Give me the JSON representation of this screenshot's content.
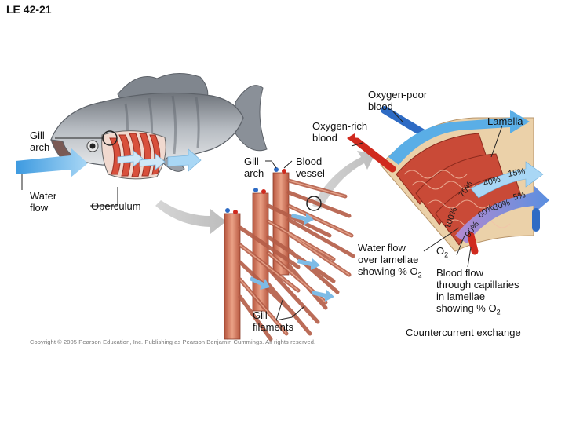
{
  "figure_id": "LE 42-21",
  "copyright": "Copyright © 2005 Pearson Education, Inc. Publishing as Pearson Benjamin Cummings. All rights reserved.",
  "labels": {
    "gill_arch_left": "Gill\narch",
    "water_flow": "Water\nflow",
    "operculum": "Operculum",
    "oxygen_poor": "Oxygen-poor\nblood",
    "oxygen_rich": "Oxygen-rich\nblood",
    "lamella": "Lamella",
    "gill_arch_center": "Gill\narch",
    "blood_vessel": "Blood\nvessel",
    "gill_filaments": "Gill\nfilaments",
    "water_over_lamellae": "Water flow\nover lamellae\nshowing % O",
    "o2": "O",
    "blood_flow": "Blood flow\nthrough capillaries\nin lamellae\nshowing % O",
    "countercurrent": "Countercurrent exchange"
  },
  "water_percentages": [
    "100%",
    "70%",
    "40%",
    "15%"
  ],
  "blood_percentages": [
    "90%",
    "60%",
    "30%",
    "5%"
  ],
  "colors": {
    "water_arrow": "#5aaee6",
    "blood_band": "#8a6fc0",
    "oxygen_rich": "#d02a1e",
    "oxygen_poor": "#2e6bc4",
    "tissue": "#d9876a",
    "fish_body": "#9aa0a8"
  }
}
